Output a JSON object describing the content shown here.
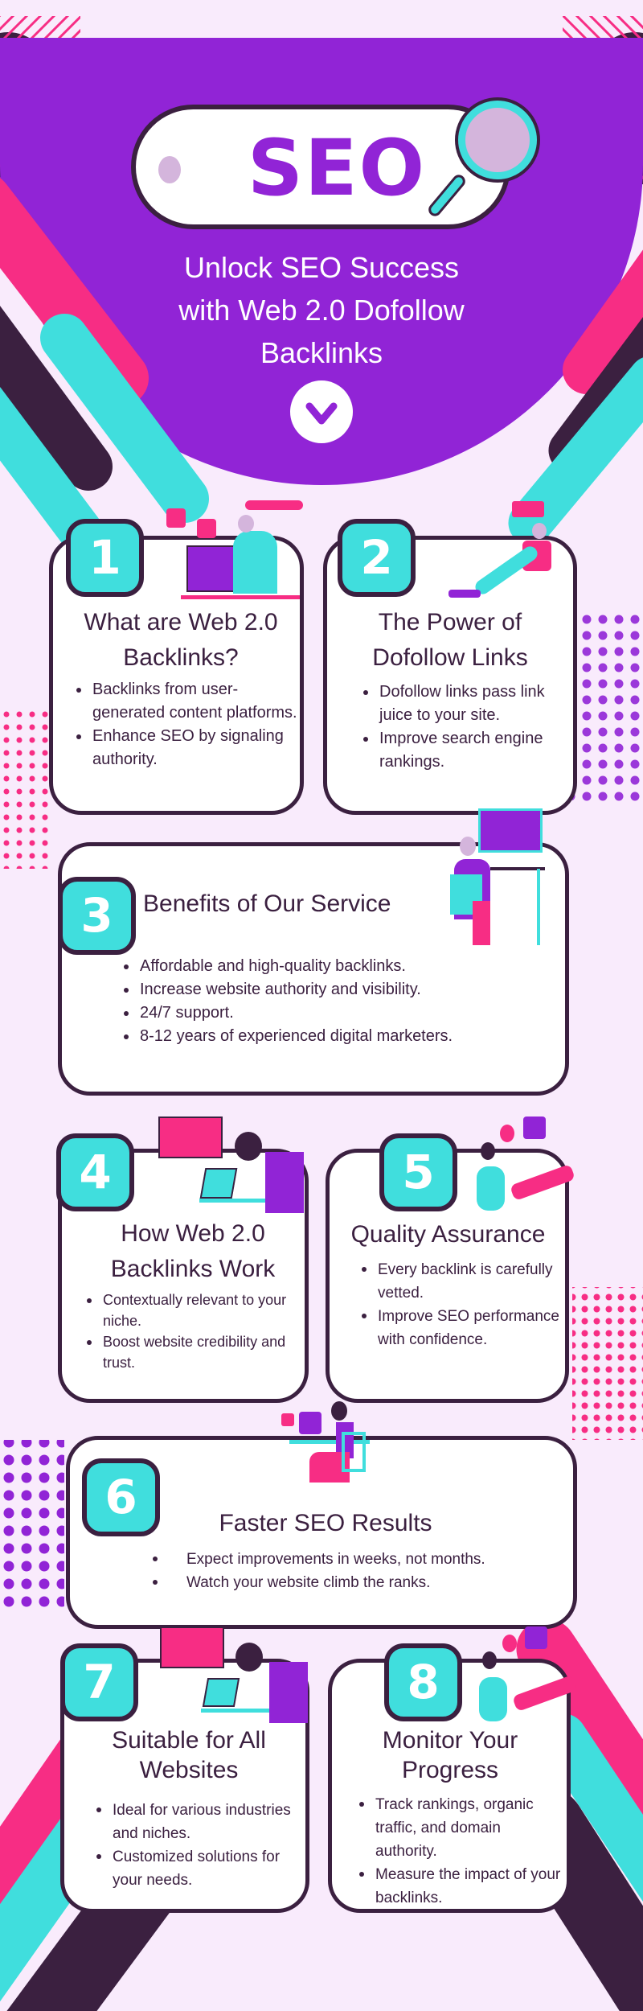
{
  "hero": {
    "logo_text": "SEO",
    "headline": [
      "Unlock SEO Success",
      "with Web 2.0 Dofollow",
      "Backlinks"
    ],
    "scroll_icon": "chevron-down-icon"
  },
  "colors": {
    "purple": "#9124d6",
    "teal": "#40dedd",
    "pink": "#f72d84",
    "dark": "#3b2040",
    "background": "#f9ebfc"
  },
  "cards": [
    {
      "number": "1",
      "title": "What are Web 2.0 Backlinks?",
      "bullets": [
        "Backlinks from user-generated content platforms.",
        "Enhance SEO by signaling authority."
      ]
    },
    {
      "number": "2",
      "title": "The Power of Dofollow Links",
      "bullets": [
        "Dofollow links pass link juice to your site.",
        "Improve search engine rankings."
      ]
    },
    {
      "number": "3",
      "title": "Benefits of Our Service",
      "bullets": [
        "Affordable and high-quality backlinks.",
        "Increase website authority and visibility.",
        "24/7 support.",
        "8-12 years of experienced digital marketers."
      ]
    },
    {
      "number": "4",
      "title": "How Web 2.0 Backlinks Work",
      "bullets": [
        "Contextually relevant to your niche.",
        "Boost website credibility and trust."
      ]
    },
    {
      "number": "5",
      "title": "Quality Assurance",
      "bullets": [
        "Every backlink is carefully vetted.",
        "Improve SEO performance with confidence."
      ]
    },
    {
      "number": "6",
      "title": "Faster SEO Results",
      "bullets": [
        "Expect improvements in weeks, not months.",
        "Watch your website climb the ranks."
      ]
    },
    {
      "number": "7",
      "title": "Suitable for All Websites",
      "bullets": [
        "Ideal for various industries and niches.",
        "Customized solutions for your needs."
      ]
    },
    {
      "number": "8",
      "title": "Monitor Your Progress",
      "bullets": [
        "Track rankings, organic traffic, and domain authority.",
        "Measure the impact of your backlinks."
      ]
    }
  ]
}
